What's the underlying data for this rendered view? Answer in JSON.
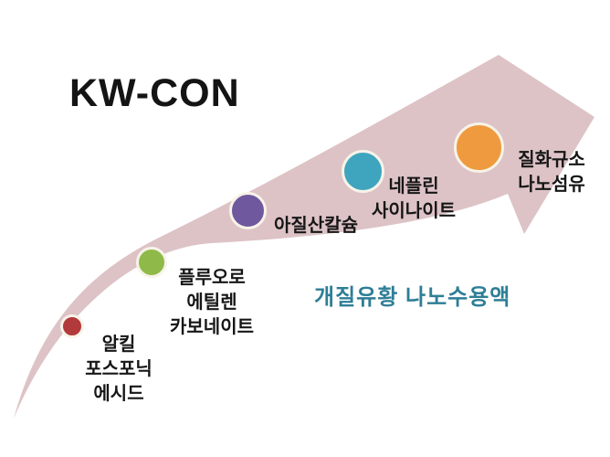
{
  "title": "KW-CON",
  "diagram": {
    "arrow_color": "#ddc3c6",
    "stages": [
      {
        "color": "#b23a3a",
        "lines": [
          "알킬",
          "포스포닉",
          "에시드"
        ]
      },
      {
        "color": "#8fba4a",
        "lines": [
          "플루오로",
          "에틸렌",
          "카보네이트"
        ]
      },
      {
        "color": "#70589e",
        "lines": [
          "아질산칼슘"
        ]
      },
      {
        "color": "#3fa5bf",
        "lines": [
          "네플린",
          "사이나이트"
        ]
      },
      {
        "color": "#ef9a3e",
        "lines": [
          "질화규소",
          "나노섬유"
        ]
      }
    ],
    "annotation": {
      "text": "개질유황 나노수용액",
      "color": "#2e7e96"
    }
  }
}
